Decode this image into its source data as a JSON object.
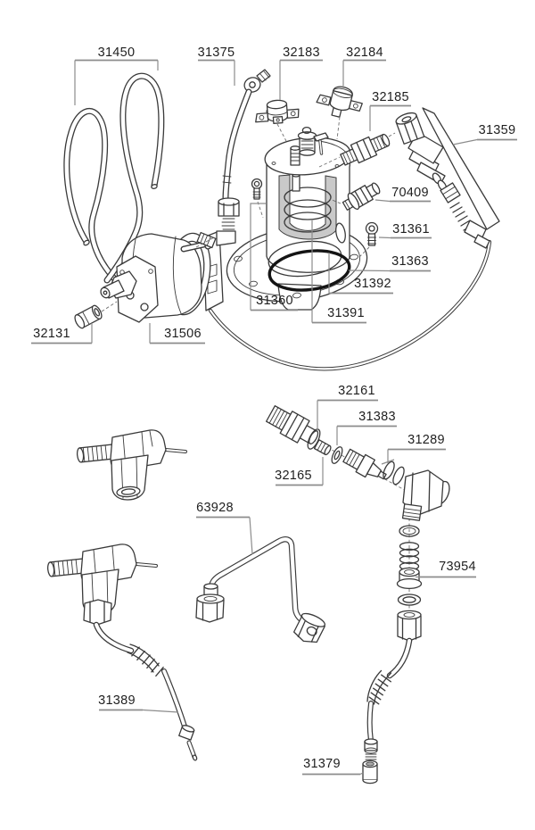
{
  "diagram": {
    "type": "exploded-parts-diagram",
    "background_color": "#ffffff",
    "line_color": "#3a3a3a",
    "label_line_color": "#8c8c8c",
    "shading_color": "#c9c9c9",
    "oring_color": "#141414",
    "parts": {
      "p31450": "31450",
      "p31375": "31375",
      "p32183": "32183",
      "p32184": "32184",
      "p32185": "32185",
      "p31359": "31359",
      "p70409": "70409",
      "p31361": "31361",
      "p31363": "31363",
      "p31392": "31392",
      "p31360": "31360",
      "p31391": "31391",
      "p32131": "32131",
      "p31506": "31506",
      "p32161": "32161",
      "p31383": "31383",
      "p31289": "31289",
      "p32165": "32165",
      "p63928": "63928",
      "p73954": "73954",
      "p31389": "31389",
      "p31379": "31379"
    }
  }
}
